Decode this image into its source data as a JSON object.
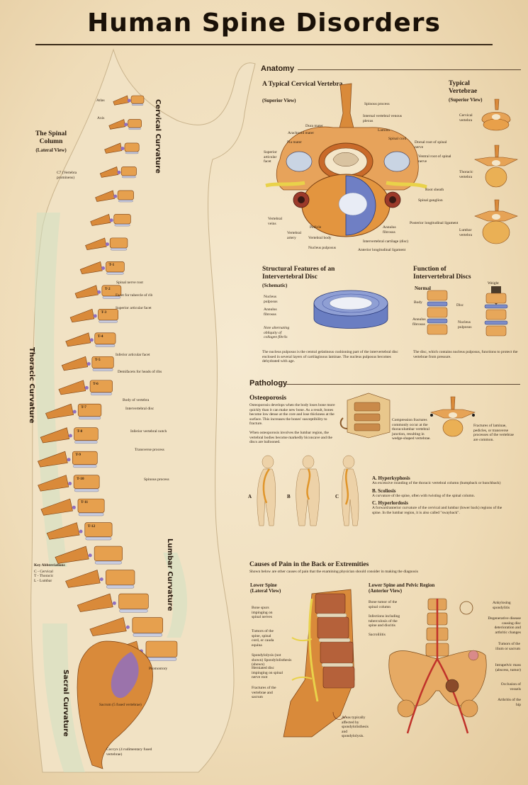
{
  "title": "Human Spine Disorders",
  "spine": {
    "heading": "The Spinal Column",
    "subheading": "(Lateral View)",
    "curvatures": {
      "cervical": "Cervical Curvature",
      "thoracic": "Thoracic Curvature",
      "lumbar": "Lumbar Curvature",
      "sacral": "Sacral Curvature"
    },
    "labels": {
      "atlas": "Atlas",
      "axis": "Axis",
      "c7": "C7 (Vertebra prominens)",
      "spinal_nerve_root": "Spinal nerve root",
      "facet_tubercle": "Facet for tubercle of rib",
      "superior_articular_facet": "Superior articular facet",
      "inferior_articular_facet": "Inferior articular facet",
      "demifacets": "Demifacets for heads of ribs",
      "body_of_vertebra": "Body of vertebra",
      "intervertebral_disc": "Intervertebral disc",
      "inferior_notch": "Inferior vertebral notch",
      "transverse_process": "Transverse process",
      "spinous_process": "Spinous process",
      "promontory": "Promontory",
      "sacrum": "Sacrum (5 fused vertebrae)",
      "coccyx": "Coccyx (4 rudimentary fused vertebrae)"
    },
    "vertebra_tags": [
      "T-1",
      "T-2",
      "T-3",
      "T-4",
      "T-5",
      "T-6",
      "T-7",
      "T-8",
      "T-9",
      "T-10",
      "T-11",
      "T-12"
    ],
    "key": {
      "title": "Key Abbreviations",
      "items": [
        "C - Cervical",
        "T - Thoracic",
        "L - Lumbar"
      ]
    }
  },
  "anatomy": {
    "heading": "Anatomy",
    "cervical": {
      "title": "A Typical Cervical Vertebra",
      "subtitle": "(Superior View)",
      "labels": {
        "spinous_process": "Spinous process",
        "venous_plexus": "Internal vertebral venous plexus",
        "dura_mater": "Dura mater",
        "arachnoid_mater": "Arachnoid mater",
        "lamina": "Lamina",
        "pia_mater": "Pia mater",
        "spinal_cord": "Spinal cord",
        "dorsal_root": "Dorsal root of spinal nerve",
        "superior_articular_facet": "Superior articular facet",
        "ventral_root": "Ventral root of spinal nerve",
        "root_sheath": "Root sheath",
        "spinal_ganglion": "Spinal ganglion",
        "vertebral_veins": "Vertebral veins",
        "pedicle": "Pedicle",
        "annulus_fibrosus": "Annulus fibrosus",
        "posterior_ligament": "Posterior longitudinal ligament",
        "vertebral_artery": "Vertebral artery",
        "vertebral_body": "Vertebral body",
        "intervertebral_cartilage": "Intervertebral cartilage (disc)",
        "nucleus_pulposus": "Nucleus pulposus",
        "anterior_ligament": "Anterior longitudinal ligament"
      }
    },
    "typical": {
      "title": "Typical Vertebrae",
      "subtitle": "(Superior View)",
      "labels": [
        "Cervical vertebra",
        "Thoracic vertebra",
        "Lumbar vertebra"
      ]
    },
    "disc_structure": {
      "title": "Structural Features of an Intervertebral Disc",
      "subtitle": "(Schematic)",
      "labels": {
        "nucleus": "Nucleus pulposus",
        "annulus": "Annulus fibrosus",
        "note": "Note alternating obliquity of collagen fibrils"
      },
      "caption": "The nucleus pulposus is the central gelatinous cushioning part of the intervertebral disc enclosed in several layers of cartilaginous laminae. The nucleus pulposus becomes dehydrated with age."
    },
    "disc_function": {
      "title": "Function of Intervertebral Discs",
      "labels": {
        "normal": "Normal",
        "weight": "Weight",
        "body": "Body",
        "disc": "Disc",
        "annulus": "Annulus fibrosus",
        "nucleus": "Nucleus pulposus"
      },
      "caption": "The disc, which contains nucleus pulposus, functions to protect the vertebrae from pressure."
    }
  },
  "pathology": {
    "heading": "Pathology",
    "osteoporosis": {
      "title": "Osteoporosis",
      "text1": "Osteoporosis develops when the body loses bone more quickly than it can make new bone. As a result, bones become low dense at the core and lose thickness at the surface. This increases the bones' susceptibility to fracture.",
      "text2": "When osteoporosis involves the lumbar region, the vertebral bodies become markedly biconcave and the discs are ballooned.",
      "compression": "Compression fractures commonly occur at the thoracolumbar vertebral junction, resulting in wedge-shaped vertebrae.",
      "fractures": "Fractures of laminae, pedicles, or transverse processes of the vertebrae are common."
    },
    "curvatures": {
      "letters": [
        "A",
        "B",
        "C"
      ],
      "items": [
        {
          "title": "A. Hyperkyphosis",
          "text": "An excessive rounding of the thoracic vertebral column (humpback or hunchback)"
        },
        {
          "title": "B. Scoliosis",
          "text": "A curvature of the spine, often with twisting of the spinal column."
        },
        {
          "title": "C. Hyperlordosis",
          "text": "A forward/anterior curvature of the cervical and lumbar (lower back) regions of the spine. In the lumbar region, it is also called \"swayback\"."
        }
      ]
    }
  },
  "causes": {
    "heading": "Causes of Pain in the Back or Extremities",
    "intro": "Shown below are other causes of pain that the examining physician should consider in making the diagnosis",
    "lower_spine": {
      "title": "Lower Spine",
      "subtitle": "(Lateral View)",
      "labels": [
        "Bone spurs impinging on spinal nerves",
        "Tumors of the spine, spinal cord, or cauda equina",
        "Spondylolysis (not shown) Spondylolisthesis (shown)",
        "Herniated disc impinging on spinal nerve root",
        "Fractures of the vertebrae and sacrum"
      ],
      "footnote": "Areas typically affected by spondylolisthesis and spondylolysis."
    },
    "pelvic": {
      "title": "Lower Spine and Pelvic Region",
      "subtitle": "(Anterior View)",
      "left_labels": [
        "Bone tumor of the spinal column",
        "Infections including tuberculosis of the spine and discitis",
        "Sacroiliitis"
      ],
      "right_labels": [
        "Ankylosing spondylitis",
        "Degenerative disease causing disc deterioration and arthritic changes",
        "Tumors of the ilium or sacrum",
        "Intrapelvic mass (abscess, tumor)",
        "Occlusion of vessels",
        "Arthritis of the hip"
      ]
    }
  }
}
